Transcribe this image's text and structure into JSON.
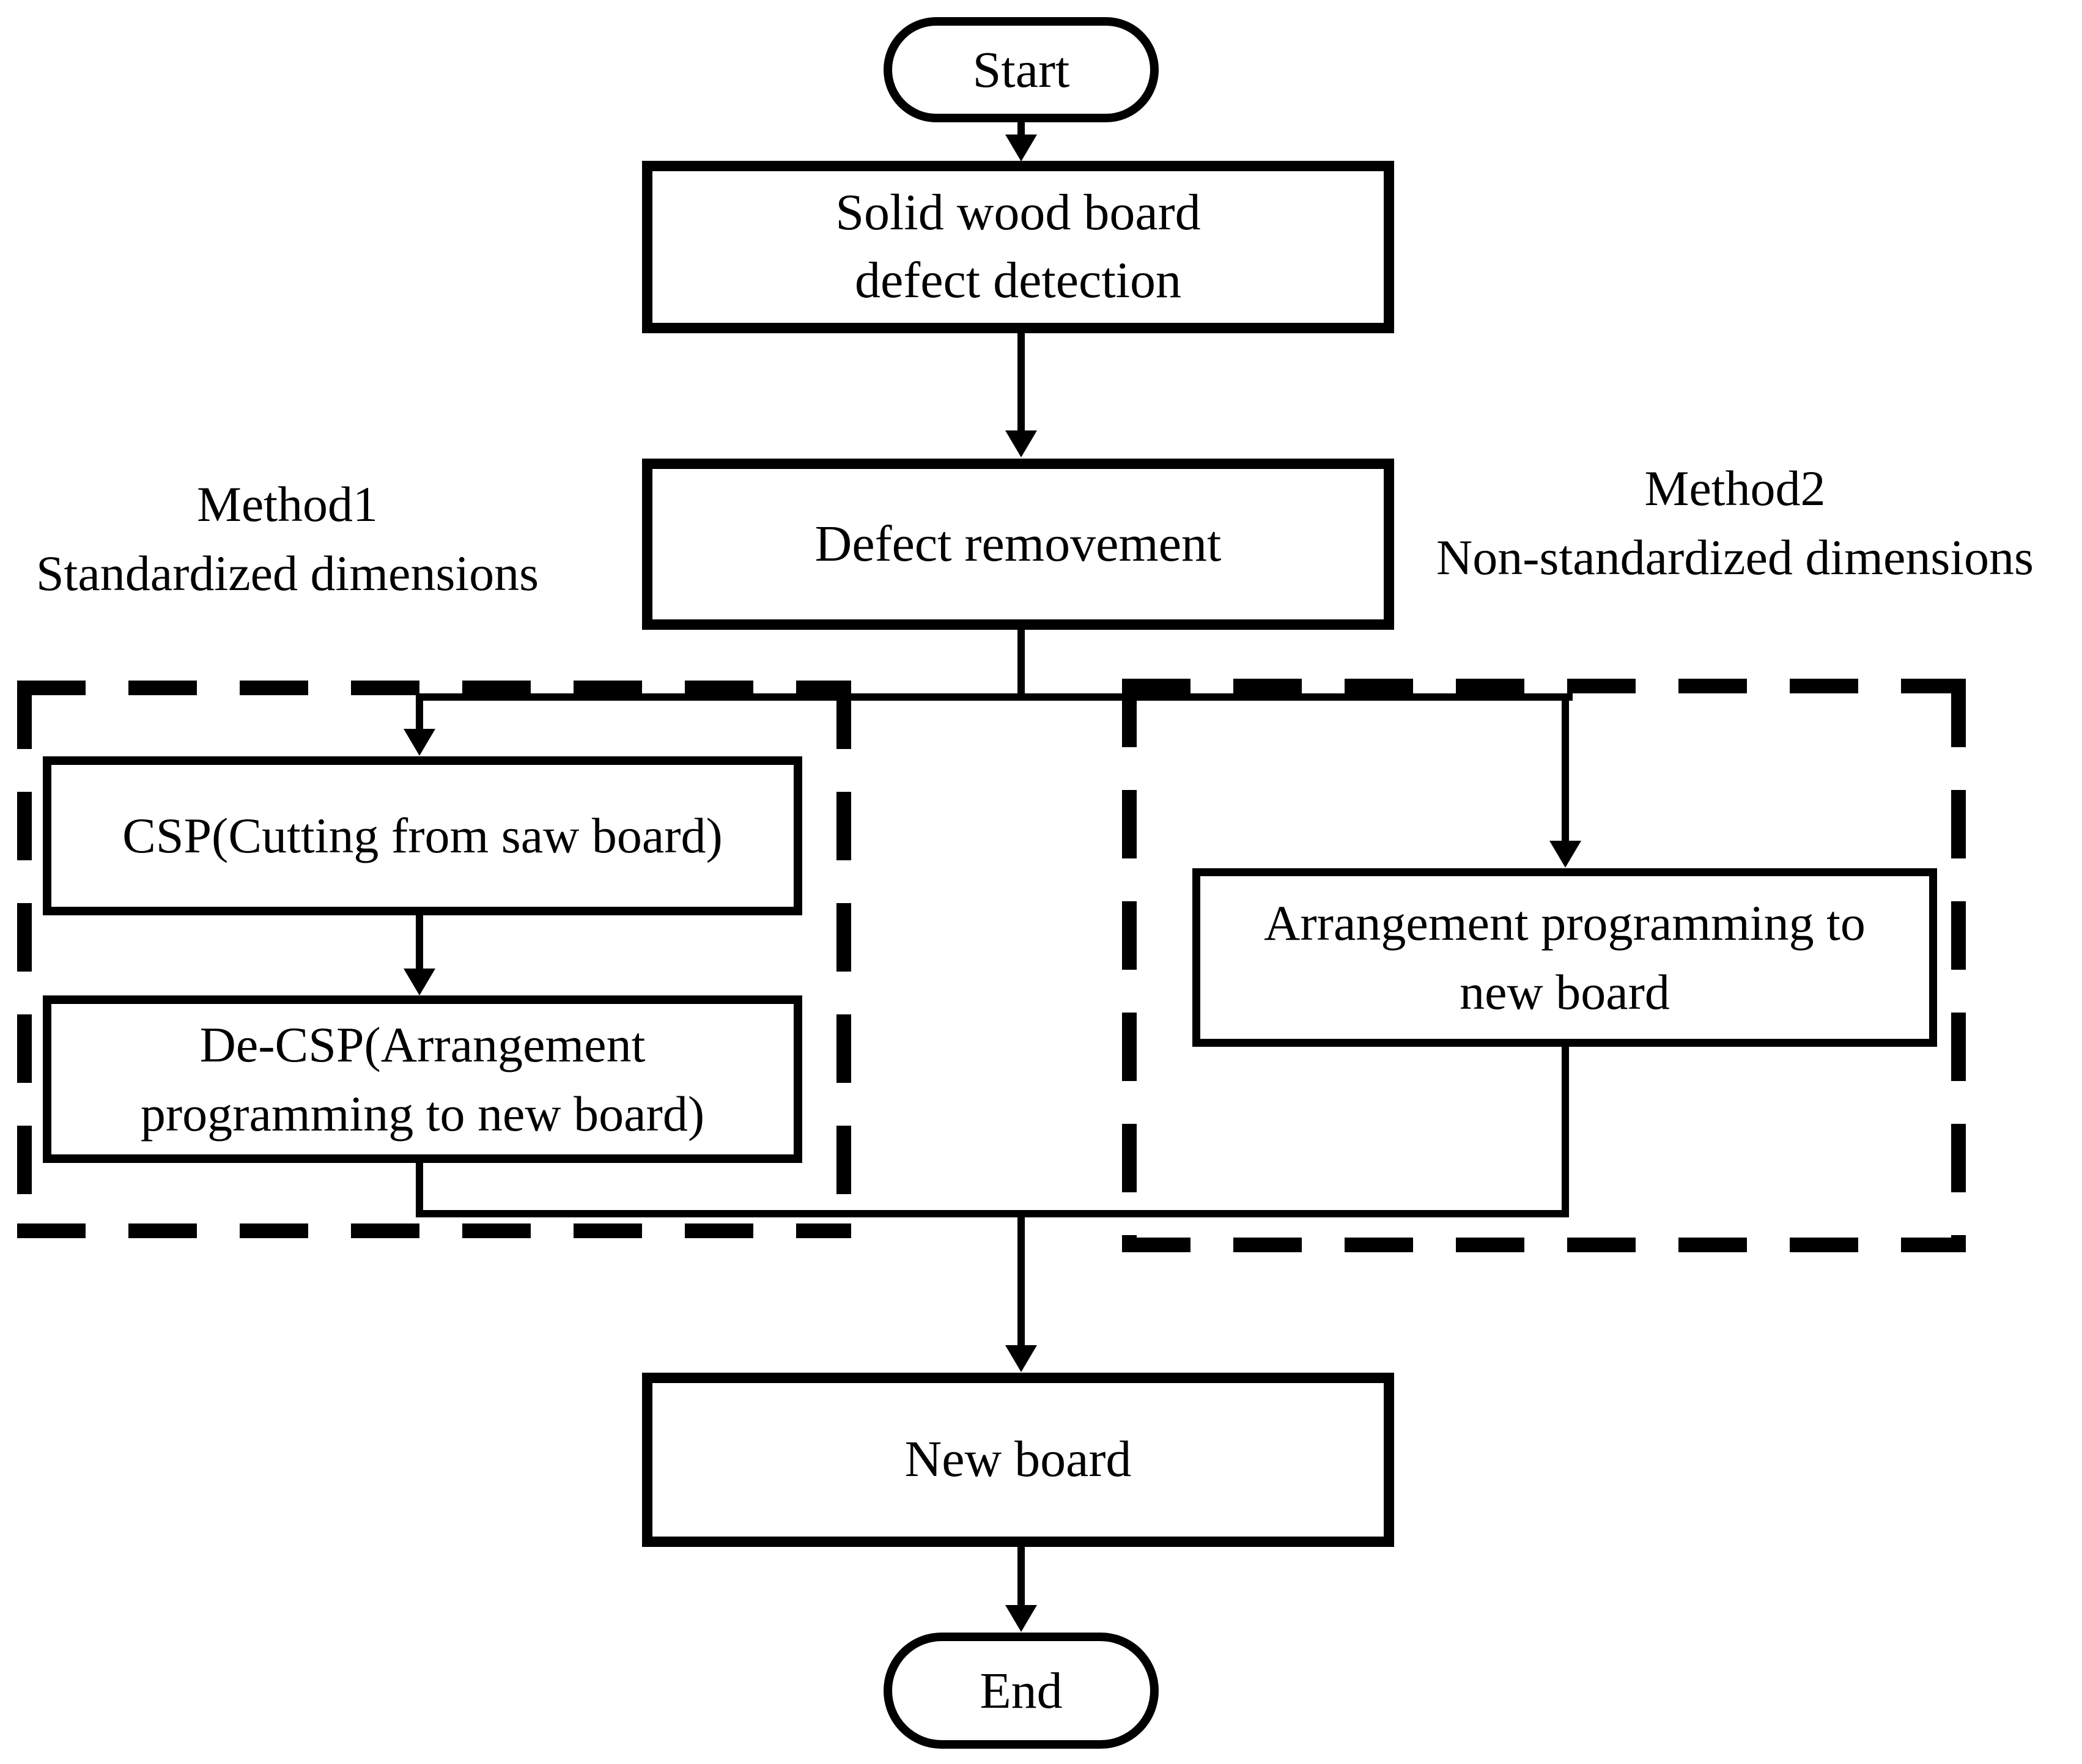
{
  "figure": {
    "colors": {
      "line": "#000000",
      "background": "#ffffff"
    },
    "nodes": {
      "start": {
        "label": "Start"
      },
      "defect_detection": {
        "line1": "Solid wood board",
        "line2": "defect detection"
      },
      "defect_removal": {
        "label": "Defect removement"
      },
      "csp": {
        "label": "CSP(Cutting from saw board)"
      },
      "de_csp": {
        "line1": "De-CSP(Arrangement",
        "line2": "programming to new board)"
      },
      "arrangement": {
        "line1": "Arrangement programming to",
        "line2": "new board"
      },
      "new_board": {
        "label": "New board"
      },
      "end": {
        "label": "End"
      }
    },
    "labels": {
      "method1": {
        "line1": "Method1",
        "line2": "Standardized dimensions"
      },
      "method2": {
        "line1": "Method2",
        "line2": "Non-standardized dimensions"
      }
    }
  }
}
